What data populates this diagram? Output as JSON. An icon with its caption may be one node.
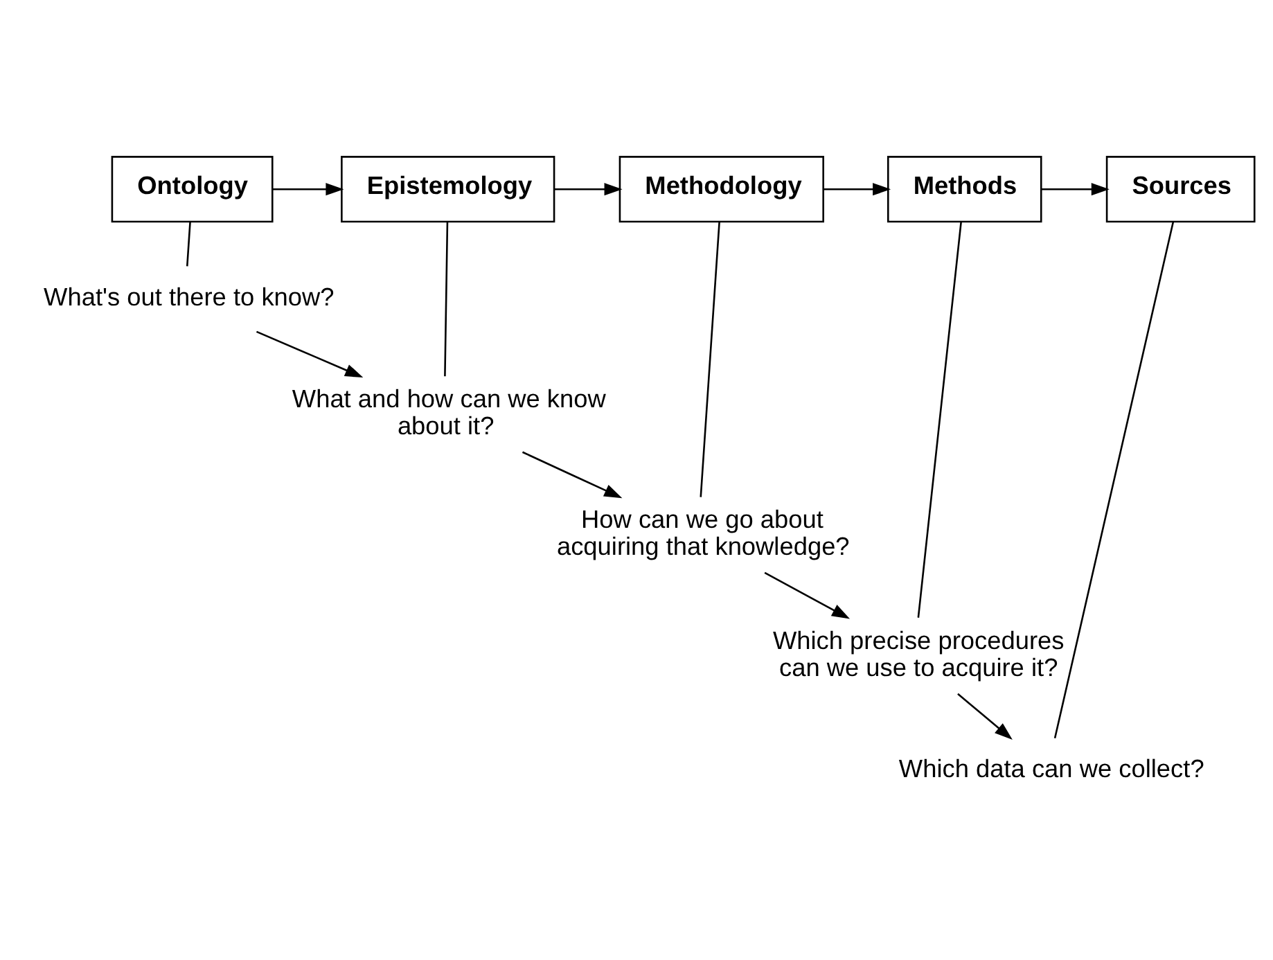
{
  "diagram": {
    "nodes": [
      {
        "text": [
          "Ontology"
        ]
      },
      {
        "text": [
          "Epistemology"
        ]
      },
      {
        "text": [
          "Methodology"
        ]
      },
      {
        "text": [
          "Methods"
        ]
      },
      {
        "text": [
          "Sources"
        ]
      },
      {
        "text": [
          "What's out there to know?"
        ]
      },
      {
        "text": [
          "What and how can we know about it?"
        ]
      },
      {
        "text": [
          "How can we go about acquiring that knowledge?"
        ]
      },
      {
        "text": [
          "Which precise procedures can we use to acquire it?"
        ]
      },
      {
        "text": [
          "Which data can we collect?"
        ]
      }
    ],
    "edges": [
      {
        "from": 0,
        "to": 1,
        "arrow": "to"
      },
      {
        "from": 1,
        "to": 2,
        "arrow": "to"
      },
      {
        "from": 2,
        "to": 3,
        "arrow": "to"
      },
      {
        "from": 3,
        "to": 4,
        "arrow": "to"
      },
      {
        "from": 0,
        "to": 5,
        "arrow": "none"
      },
      {
        "from": 1,
        "to": 6,
        "arrow": "none"
      },
      {
        "from": 2,
        "to": 7,
        "arrow": "none"
      },
      {
        "from": 3,
        "to": 8,
        "arrow": "none"
      },
      {
        "from": 4,
        "to": 9,
        "arrow": "none"
      },
      {
        "from": 5,
        "to": 6,
        "arrow": "to"
      },
      {
        "from": 6,
        "to": 7,
        "arrow": "to"
      },
      {
        "from": 7,
        "to": 8,
        "arrow": "to"
      },
      {
        "from": 8,
        "to": 9,
        "arrow": "to"
      }
    ]
  }
}
